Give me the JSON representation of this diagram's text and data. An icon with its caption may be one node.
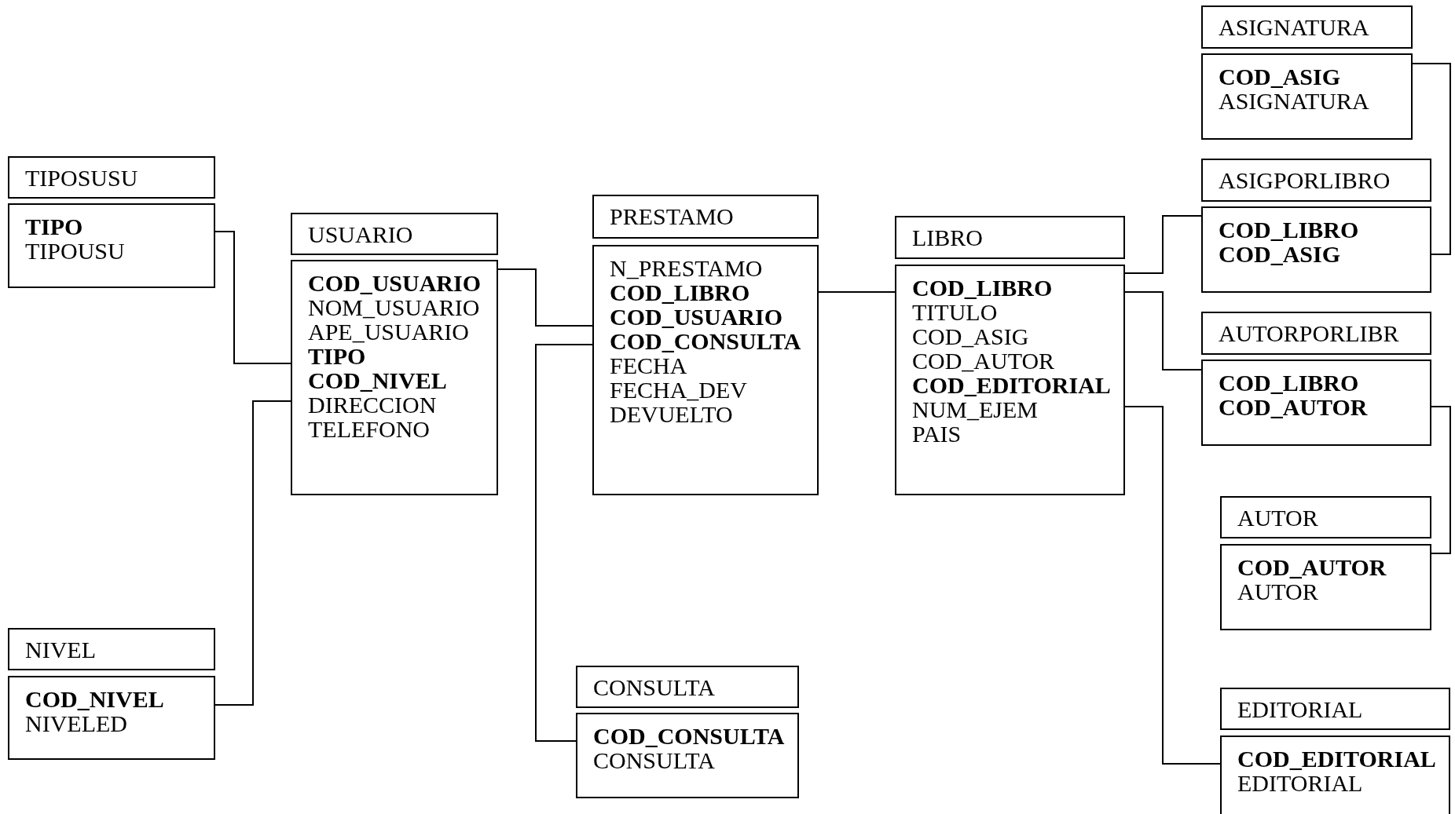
{
  "diagram": {
    "nodes": [
      {
        "text": [
          "TIPOSUSU"
        ]
      },
      {
        "text": [
          "**TIPO**",
          "TIPOUSU"
        ]
      },
      {
        "text": [
          "USUARIO"
        ]
      },
      {
        "text": [
          "**COD_USUARIO**",
          "NOM_USUARIO",
          "APE_USUARIO",
          "**TIPO**",
          "**COD_NIVEL**",
          "DIRECCION",
          "TELEFONO"
        ]
      },
      {
        "text": [
          "NIVEL"
        ]
      },
      {
        "text": [
          "**COD_NIVEL**",
          "NIVELED"
        ]
      },
      {
        "text": [
          "PRESTAMO"
        ]
      },
      {
        "text": [
          "N_PRESTAMO",
          "**COD_LIBRO**",
          "**COD_USUARIO**",
          "**COD_CONSULTA**",
          "FECHA",
          "FECHA_DEV",
          "DEVUELTO"
        ]
      },
      {
        "text": [
          "CONSULTA"
        ]
      },
      {
        "text": [
          "**COD_CONSULTA**",
          "CONSULTA"
        ]
      },
      {
        "text": [
          "LIBRO"
        ]
      },
      {
        "text": [
          "**COD_LIBRO**",
          "TITULO",
          "COD_ASIG",
          "COD_AUTOR",
          "**COD_EDITORIAL**",
          "NUM_EJEM",
          "PAIS"
        ]
      },
      {
        "text": [
          "ASIGNATURA"
        ]
      },
      {
        "text": [
          "**COD_ASIG**",
          "ASIGNATURA"
        ]
      },
      {
        "text": [
          "ASIGPORLIBRO"
        ]
      },
      {
        "text": [
          "**COD_LIBRO**",
          "**COD_ASIG**"
        ]
      },
      {
        "text": [
          "AUTORPORLIBR"
        ]
      },
      {
        "text": [
          "**COD_LIBRO**",
          "**COD_AUTOR**"
        ]
      },
      {
        "text": [
          "AUTOR"
        ]
      },
      {
        "text": [
          "**COD_AUTOR**",
          "AUTOR"
        ]
      },
      {
        "text": [
          "EDITORIAL"
        ]
      },
      {
        "text": [
          "**COD_EDITORIAL**",
          "EDITORIAL"
        ]
      }
    ],
    "edges": [
      {
        "from": 1,
        "to": 3,
        "arrow": "none"
      },
      {
        "from": 3,
        "to": 5,
        "arrow": "none"
      },
      {
        "from": 3,
        "to": 7,
        "arrow": "none"
      },
      {
        "from": 7,
        "to": 9,
        "arrow": "none"
      },
      {
        "from": 7,
        "to": 11,
        "arrow": "none"
      },
      {
        "from": 11,
        "to": 15,
        "arrow": "none"
      },
      {
        "from": 11,
        "to": 17,
        "arrow": "none"
      },
      {
        "from": 11,
        "to": 21,
        "arrow": "none"
      },
      {
        "from": 13,
        "to": 15,
        "arrow": "none"
      },
      {
        "from": 17,
        "to": 19,
        "arrow": "none"
      }
    ]
  }
}
